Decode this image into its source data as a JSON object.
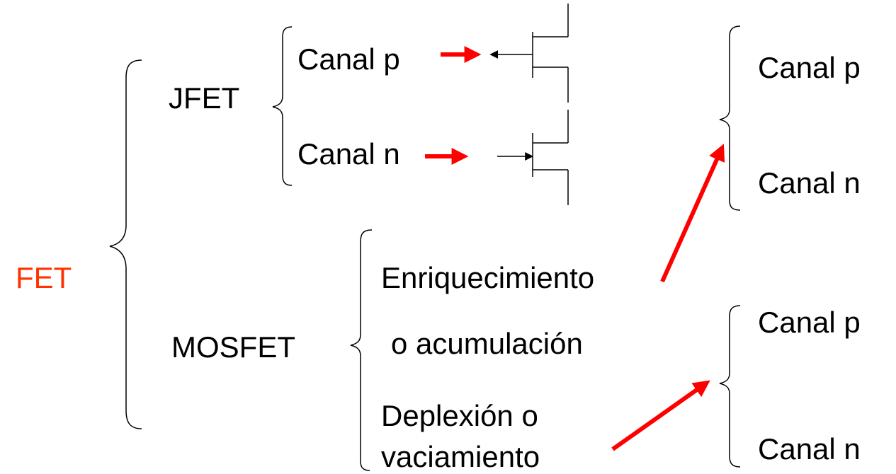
{
  "root": {
    "label": "FET",
    "color": "#ff3300"
  },
  "jfet": {
    "label": "JFET",
    "channel_p": "Canal p",
    "channel_n": "Canal n"
  },
  "mosfet": {
    "label": "MOSFET",
    "enhancement_line1": "Enriquecimiento",
    "enhancement_line2": "o acumulación",
    "depletion_line1": "Deplexión o",
    "depletion_line2": "vaciamiento"
  },
  "enhancement_channels": {
    "p": "Canal p",
    "n": "Canal n"
  },
  "depletion_channels": {
    "p": "Canal p",
    "n": "Canal n"
  },
  "colors": {
    "text": "#000000",
    "arrow": "#ff0000",
    "accent": "#ff3300"
  }
}
